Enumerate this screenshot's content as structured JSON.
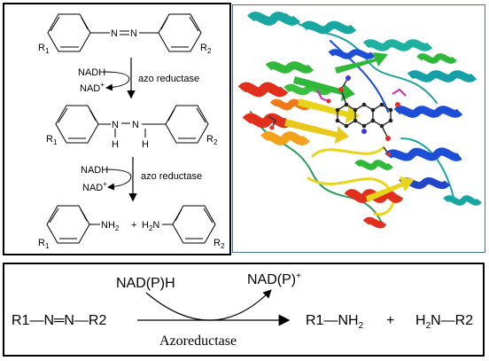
{
  "mechanism": {
    "r1": "R",
    "r1_sub": "1",
    "r2": "R",
    "r2_sub": "2",
    "h_atom": "H",
    "step1": {
      "donor": "NADH",
      "acceptor": "NAD",
      "charge": "+",
      "enzyme": "azo reductase"
    },
    "step2": {
      "donor": "NADH",
      "acceptor": "NAD",
      "charge": "+",
      "enzyme": "azo reductase"
    },
    "product_left": "NH",
    "product_left_sub": "2",
    "plus": "+",
    "product_right": "H",
    "product_right_sub": "2",
    "product_right_n": "N"
  },
  "overall": {
    "reactant": "R1—N═N—R2",
    "cofactor_in": "NAD(P)H",
    "cofactor_out": "NAD(P)",
    "cofactor_out_charge": "+",
    "product1": "R1—NH",
    "product1_sub": "2",
    "plus": "+",
    "product2_h": "H",
    "product2_sub": "2",
    "product2_rest": "N—R2",
    "enzyme": "Azoreductase"
  },
  "colors": {
    "helix_blue": "#1c4fd6",
    "helix_teal": "#17a6a0",
    "helix_green": "#2fb83a",
    "helix_red": "#e0301c",
    "helix_orange": "#f2a11a",
    "sheet_yellow": "#e8d41a",
    "panel_border": "#4a6f9c"
  }
}
